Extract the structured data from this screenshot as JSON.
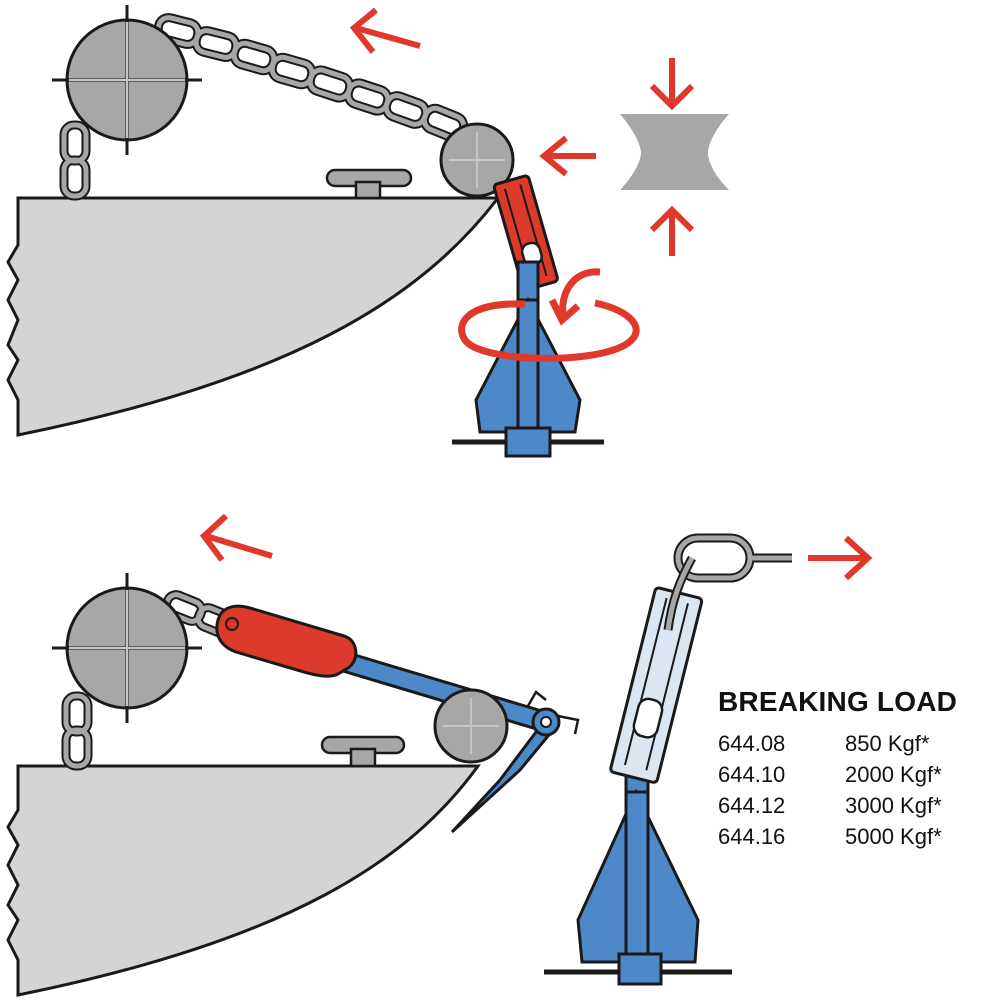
{
  "colors": {
    "hull": "#d4d4d2",
    "steel_gray": "#a7a7a5",
    "anchor_blue": "#4d88c8",
    "swivel_red": "#dc3b2c",
    "arrow_red": "#e0382b",
    "swivel_light": "#dce6f3",
    "outline": "#1a1a1a"
  },
  "icons": [
    "chain-link-icon",
    "winch-drum-icon",
    "bow-roller-icon",
    "swivel-icon",
    "anchor-icon",
    "bollard-icon",
    "direction-arrow-icon",
    "rotation-arrow-icon"
  ],
  "breaking_load": {
    "title": "BREAKING LOAD",
    "rows": [
      {
        "code": "644.08",
        "value": "850 Kgf*"
      },
      {
        "code": "644.10",
        "value": "2000 Kgf*"
      },
      {
        "code": "644.12",
        "value": "3000 Kgf*"
      },
      {
        "code": "644.16",
        "value": "5000 Kgf*"
      }
    ]
  }
}
